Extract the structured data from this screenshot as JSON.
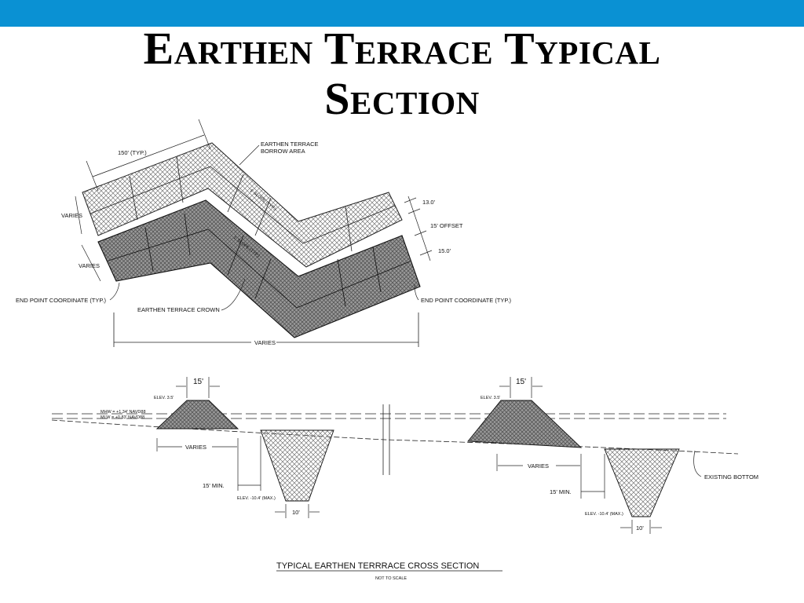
{
  "slide": {
    "title_line1": "Earthen Terrace Typical",
    "title_line2": "Section"
  },
  "plan_view": {
    "dim_top": "150' (TYP.)",
    "borrow_area": [
      "EARTHEN TERRACE",
      "BORROW AREA"
    ],
    "varies_left_upper": "VARIES",
    "varies_left_lower": "VARIES",
    "dim_13": "13.0'",
    "offset": "15' OFFSET",
    "dim_15": "15.0'",
    "end_left": "END POINT COORDINATE (TYP.)",
    "crown": "EARTHEN TERRACE CROWN",
    "end_right": "END POINT COORDINATE (TYP.)",
    "varies_bottom": "VARIES"
  },
  "cross_section": {
    "left": {
      "top_width": "15'",
      "elev_crown": "ELEV. 3.5'",
      "water_line1": "MHW = +1.34' NAVD88",
      "water_line2": "MLW = +0.83' NAVD88",
      "varies": "VARIES",
      "min": "15' MIN.",
      "elev_bottom": "ELEV. -10.4' (MAX.)",
      "bottom_width": "10'"
    },
    "right": {
      "top_width": "15'",
      "elev_crown": "ELEV. 3.5'",
      "varies": "VARIES",
      "min": "15' MIN.",
      "elev_bottom": "ELEV. -10.4' (MAX.)",
      "bottom_width": "10'",
      "existing": "EXISTING BOTTOM"
    },
    "title": "TYPICAL EARTHEN TERRRACE CROSS SECTION",
    "subtitle": "NOT TO SCALE"
  }
}
